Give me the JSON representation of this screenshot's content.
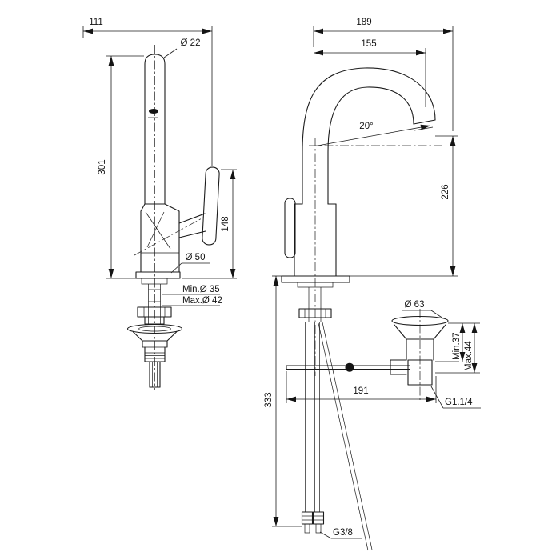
{
  "side_view": {
    "width": "111",
    "spout_diameter": "Ø 22",
    "total_height": "301",
    "handle_height": "148",
    "base_diameter": "Ø 50",
    "hole_min": "Min.Ø 35",
    "hole_max": "Max.Ø 42"
  },
  "front_view": {
    "width": "189",
    "spout_reach": "155",
    "spout_angle": "20°",
    "spout_height": "226",
    "under_counter_height": "333",
    "popup_rod_reach": "191",
    "waste_diameter": "Ø 63",
    "waste_depth_min": "Min.37",
    "waste_depth_max": "Max.44",
    "waste_thread": "G1.1/4",
    "supply_thread": "G3/8"
  },
  "colors": {
    "line": "#1b1b1b",
    "background": "#ffffff"
  }
}
